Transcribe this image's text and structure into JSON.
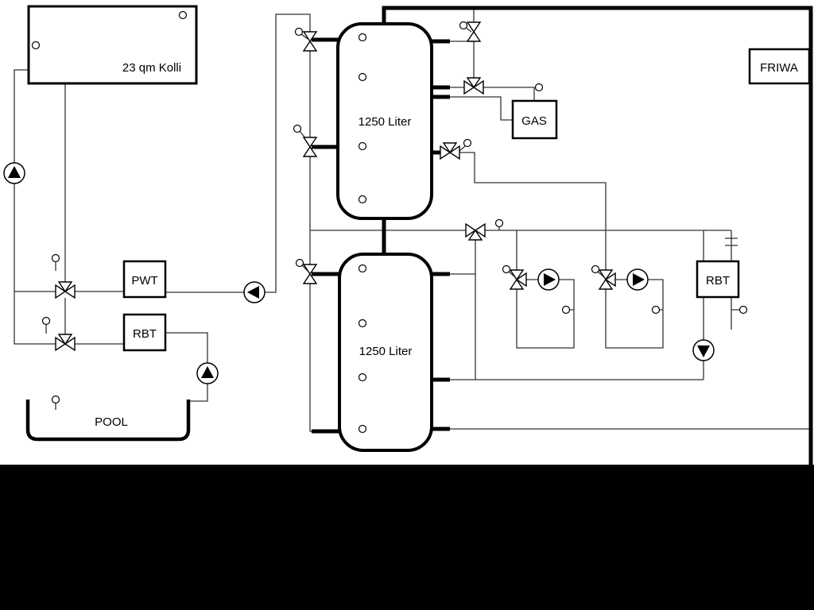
{
  "colors": {
    "background": "#ffffff",
    "line": "#000000",
    "bottom_bar": "#000000"
  },
  "labels": {
    "collector": "23 qm Kolli",
    "tank_top": "1250 Liter",
    "tank_bottom": "1250 Liter",
    "pwt": "PWT",
    "rbt_left": "RBT",
    "rbt_right": "RBT",
    "gas": "GAS",
    "friwa": "FRIWA",
    "pool": "POOL"
  }
}
